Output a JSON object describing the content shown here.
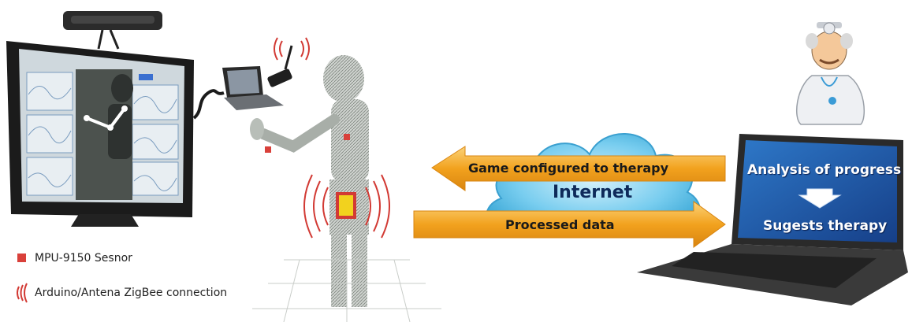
{
  "arrows": {
    "top": "Game configured to therapy",
    "bottom": "Processed data"
  },
  "cloud": {
    "label": "Internet"
  },
  "laptop_screen": {
    "line1": "Analysis of progress",
    "line2": "Sugests therapy"
  },
  "legend": {
    "sensor": "MPU-9150 Sesnor",
    "antenna": "Arduino/Antena ZigBee connection"
  },
  "colors": {
    "arrow": "#f2a21e",
    "cloud": "#5cc0e8",
    "screen": "#1f5fae",
    "sensor": "#d9403a",
    "signal": "#d23a34"
  }
}
